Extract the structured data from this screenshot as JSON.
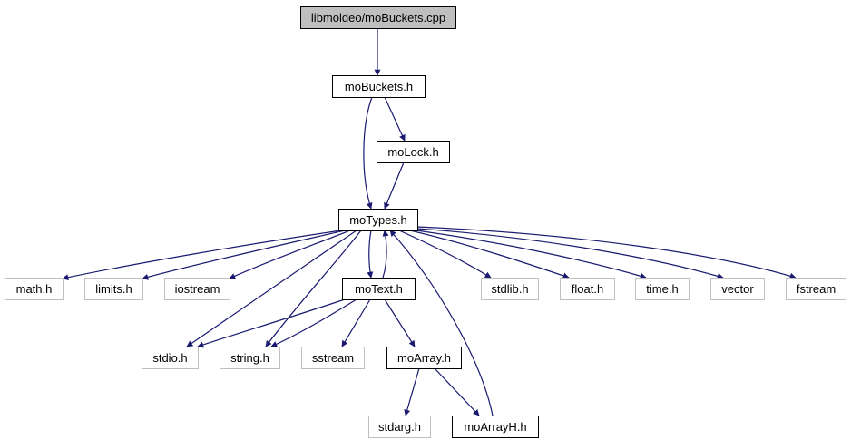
{
  "title": "libmoldeo/moBuckets.cpp include dependency graph",
  "colors": {
    "edge": "#191970",
    "root_fill": "#bfbfbf",
    "root_border": "#000000",
    "documented_border": "#000000",
    "external_border": "#bfbfbf",
    "node_fill": "#ffffff"
  },
  "nodes": [
    {
      "id": "root",
      "label": "libmoldeo/moBuckets.cpp",
      "kind": "root"
    },
    {
      "id": "moBuckets_h",
      "label": "moBuckets.h",
      "kind": "documented"
    },
    {
      "id": "moLock_h",
      "label": "moLock.h",
      "kind": "documented"
    },
    {
      "id": "moTypes_h",
      "label": "moTypes.h",
      "kind": "documented"
    },
    {
      "id": "math_h",
      "label": "math.h",
      "kind": "external"
    },
    {
      "id": "limits_h",
      "label": "limits.h",
      "kind": "external"
    },
    {
      "id": "iostream",
      "label": "iostream",
      "kind": "external"
    },
    {
      "id": "moText_h",
      "label": "moText.h",
      "kind": "documented"
    },
    {
      "id": "stdlib_h",
      "label": "stdlib.h",
      "kind": "external"
    },
    {
      "id": "float_h",
      "label": "float.h",
      "kind": "external"
    },
    {
      "id": "time_h",
      "label": "time.h",
      "kind": "external"
    },
    {
      "id": "vector",
      "label": "vector",
      "kind": "external"
    },
    {
      "id": "fstream",
      "label": "fstream",
      "kind": "external"
    },
    {
      "id": "stdio_h",
      "label": "stdio.h",
      "kind": "external"
    },
    {
      "id": "string_h",
      "label": "string.h",
      "kind": "external"
    },
    {
      "id": "sstream",
      "label": "sstream",
      "kind": "external"
    },
    {
      "id": "moArray_h",
      "label": "moArray.h",
      "kind": "documented"
    },
    {
      "id": "stdarg_h",
      "label": "stdarg.h",
      "kind": "external"
    },
    {
      "id": "moArrayH_h",
      "label": "moArrayH.h",
      "kind": "documented"
    }
  ],
  "edges": [
    {
      "from": "root",
      "to": "moBuckets_h"
    },
    {
      "from": "moBuckets_h",
      "to": "moTypes_h"
    },
    {
      "from": "moBuckets_h",
      "to": "moLock_h"
    },
    {
      "from": "moLock_h",
      "to": "moTypes_h"
    },
    {
      "from": "moTypes_h",
      "to": "math_h"
    },
    {
      "from": "moTypes_h",
      "to": "limits_h"
    },
    {
      "from": "moTypes_h",
      "to": "iostream"
    },
    {
      "from": "moTypes_h",
      "to": "stdio_h"
    },
    {
      "from": "moTypes_h",
      "to": "string_h"
    },
    {
      "from": "moTypes_h",
      "to": "moText_h"
    },
    {
      "from": "moTypes_h",
      "to": "stdlib_h"
    },
    {
      "from": "moTypes_h",
      "to": "float_h"
    },
    {
      "from": "moTypes_h",
      "to": "time_h"
    },
    {
      "from": "moTypes_h",
      "to": "vector"
    },
    {
      "from": "moTypes_h",
      "to": "fstream"
    },
    {
      "from": "moText_h",
      "to": "moTypes_h"
    },
    {
      "from": "moText_h",
      "to": "stdio_h"
    },
    {
      "from": "moText_h",
      "to": "string_h"
    },
    {
      "from": "moText_h",
      "to": "sstream"
    },
    {
      "from": "moText_h",
      "to": "moArray_h"
    },
    {
      "from": "moArray_h",
      "to": "stdarg_h"
    },
    {
      "from": "moArray_h",
      "to": "moArrayH_h"
    },
    {
      "from": "moArrayH_h",
      "to": "moTypes_h"
    }
  ]
}
